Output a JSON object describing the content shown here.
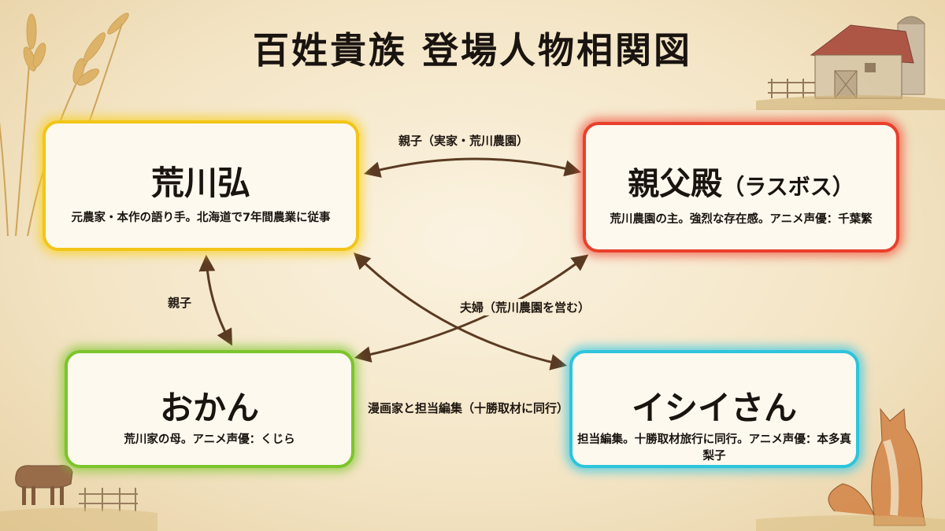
{
  "title": "百姓貴族 登場人物相関図",
  "nodes": {
    "hiromu": {
      "name": "荒川弘",
      "desc": "元農家・本作の語り手。北海道で7年間農業に従事"
    },
    "oyaji": {
      "name": "親父殿",
      "name_sub": "（ラスボス）",
      "desc": "荒川農園の主。強烈な存在感。アニメ声優：千葉繁"
    },
    "okan": {
      "name": "おかん",
      "desc": "荒川家の母。アニメ声優：くじら"
    },
    "ishii": {
      "name": "イシイさん",
      "desc": "担当編集。十勝取材旅行に同行。アニメ声優：本多真梨子"
    }
  },
  "edges": {
    "hiromu_oyaji": "親子（実家・荒川農園）",
    "hiromu_okan": "親子",
    "oyaji_okan": "夫婦（荒川農園を営む）",
    "okan_ishii": "漫画家と担当編集（十勝取材に同行）"
  },
  "colors": {
    "hiromu": "#f2c518",
    "oyaji": "#e8402c",
    "okan": "#7cc42c",
    "ishii": "#2ec4dc",
    "arrow": "#5a3a22"
  }
}
